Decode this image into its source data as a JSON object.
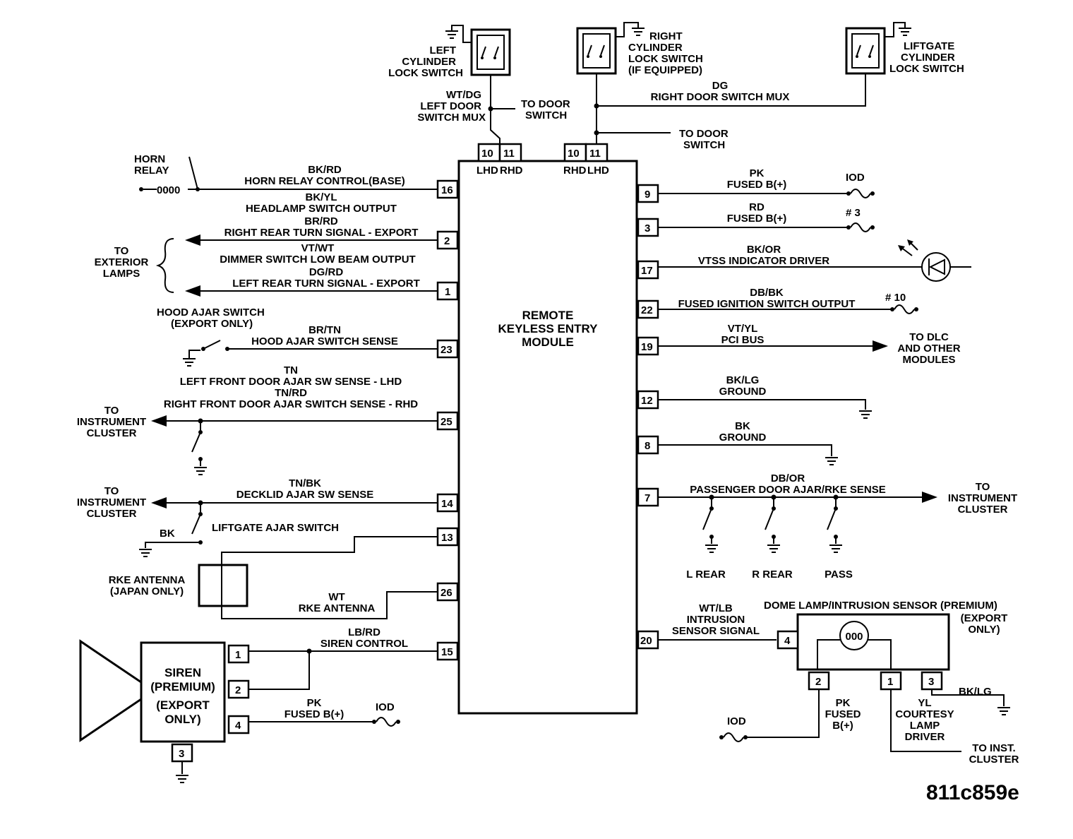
{
  "module": {
    "title": [
      "REMOTE",
      "KEYLESS ENTRY",
      "MODULE"
    ]
  },
  "top_pins": [
    {
      "pin": "10",
      "side": "LHD"
    },
    {
      "pin": "11",
      "side": "RHD"
    },
    {
      "pin": "10",
      "side": "RHD"
    },
    {
      "pin": "11",
      "side": "LHD"
    }
  ],
  "top_labels": {
    "left_switch": [
      "LEFT",
      "CYLINDER",
      "LOCK SWITCH"
    ],
    "left_wire": [
      "WT/DG",
      "LEFT DOOR",
      "SWITCH MUX"
    ],
    "left_door": [
      "TO DOOR",
      "SWITCH"
    ],
    "right_switch": [
      "RIGHT",
      "CYLINDER",
      "LOCK SWITCH",
      "(IF EQUIPPED)"
    ],
    "right_wire": [
      "DG",
      "RIGHT DOOR SWITCH MUX"
    ],
    "right_door": [
      "TO DOOR",
      "SWITCH"
    ],
    "liftgate_switch": [
      "LIFTGATE",
      "CYLINDER",
      "LOCK SWITCH"
    ]
  },
  "left_side": {
    "horn_relay": [
      "HORN",
      "RELAY"
    ],
    "relay_coil": "0000",
    "pin16": {
      "pin": "16",
      "wire": [
        "BK/RD",
        "HORN RELAY CONTROL(BASE)"
      ]
    },
    "headlamp": [
      "BK/YL",
      "HEADLAMP SWITCH OUTPUT"
    ],
    "pin2": {
      "pin": "2",
      "wire": [
        "BR/RD",
        "RIGHT REAR TURN SIGNAL - EXPORT"
      ]
    },
    "dimmer": [
      "VT/WT",
      "DIMMER SWITCH LOW BEAM OUTPUT"
    ],
    "pin1": {
      "pin": "1",
      "wire": [
        "DG/RD",
        "LEFT REAR TURN SIGNAL - EXPORT"
      ]
    },
    "ext_lamps": [
      "TO",
      "EXTERIOR",
      "LAMPS"
    ],
    "hood_switch": [
      "HOOD AJAR SWITCH",
      "(EXPORT ONLY)"
    ],
    "pin23": {
      "pin": "23",
      "wire": [
        "BR/TN",
        "HOOD AJAR SWITCH SENSE"
      ]
    },
    "door_sense": [
      "TN",
      "LEFT FRONT DOOR AJAR SW SENSE - LHD",
      "TN/RD",
      "RIGHT FRONT DOOR AJAR SWITCH SENSE - RHD"
    ],
    "pin25": {
      "pin": "25"
    },
    "cluster1": [
      "TO",
      "INSTRUMENT",
      "CLUSTER"
    ],
    "pin14": {
      "pin": "14",
      "wire": [
        "TN/BK",
        "DECKLID AJAR SW SENSE"
      ]
    },
    "cluster2": [
      "TO",
      "INSTRUMENT",
      "CLUSTER"
    ],
    "bk": "BK",
    "liftgate_ajar": "LIFTGATE AJAR SWITCH",
    "pin13": {
      "pin": "13"
    },
    "antenna": [
      "RKE ANTENNA",
      "(JAPAN ONLY)"
    ],
    "pin26": {
      "pin": "26",
      "wire": [
        "WT",
        "RKE ANTENNA"
      ]
    },
    "pin15": {
      "pin": "15",
      "wire": [
        "LB/RD",
        "SIREN CONTROL"
      ]
    },
    "siren": [
      "SIREN",
      "(PREMIUM)",
      "(EXPORT",
      "ONLY)"
    ],
    "siren_pins": [
      "1",
      "2",
      "4",
      "3"
    ],
    "siren_fuse": [
      "PK",
      "FUSED B(+)"
    ],
    "siren_iod": "IOD"
  },
  "right_side": {
    "pin9": {
      "pin": "9",
      "wire": [
        "PK",
        "FUSED B(+)"
      ],
      "fuse": "IOD"
    },
    "pin3": {
      "pin": "3",
      "wire": [
        "RD",
        "FUSED B(+)"
      ],
      "fuse": "# 3"
    },
    "pin17": {
      "pin": "17",
      "wire": [
        "BK/OR",
        "VTSS INDICATOR DRIVER"
      ]
    },
    "pin22": {
      "pin": "22",
      "wire": [
        "DB/BK",
        "FUSED IGNITION SWITCH OUTPUT"
      ],
      "fuse": "# 10"
    },
    "pin19": {
      "pin": "19",
      "wire": [
        "VT/YL",
        "PCI BUS"
      ]
    },
    "dlc": [
      "TO DLC",
      "AND OTHER",
      "MODULES"
    ],
    "pin12": {
      "pin": "12",
      "wire": [
        "BK/LG",
        "GROUND"
      ]
    },
    "pin8": {
      "pin": "8",
      "wire": [
        "BK",
        "GROUND"
      ]
    },
    "pin7": {
      "pin": "7",
      "wire": [
        "DB/OR",
        "PASSENGER DOOR AJAR/RKE SENSE"
      ]
    },
    "cluster": [
      "TO",
      "INSTRUMENT",
      "CLUSTER"
    ],
    "door_switches": [
      "L REAR",
      "R REAR",
      "PASS"
    ],
    "pin20": {
      "pin": "20",
      "wire": [
        "WT/LB",
        "INTRUSION",
        "SENSOR SIGNAL"
      ]
    },
    "dome": [
      "DOME LAMP/INTRUSION SENSOR (PREMIUM)",
      "(EXPORT",
      "ONLY)"
    ],
    "dome_symbol": "000",
    "dome_pins": [
      "4",
      "2",
      "1",
      "3"
    ],
    "dome_ground": "BK/LG",
    "dome_fuse": [
      "PK",
      "FUSED",
      "B(+)"
    ],
    "dome_iod": "IOD",
    "courtesy": [
      "YL",
      "COURTESY",
      "LAMP",
      "DRIVER"
    ],
    "inst_cluster": [
      "TO INST.",
      "CLUSTER"
    ]
  },
  "figure_code": "811c859e"
}
